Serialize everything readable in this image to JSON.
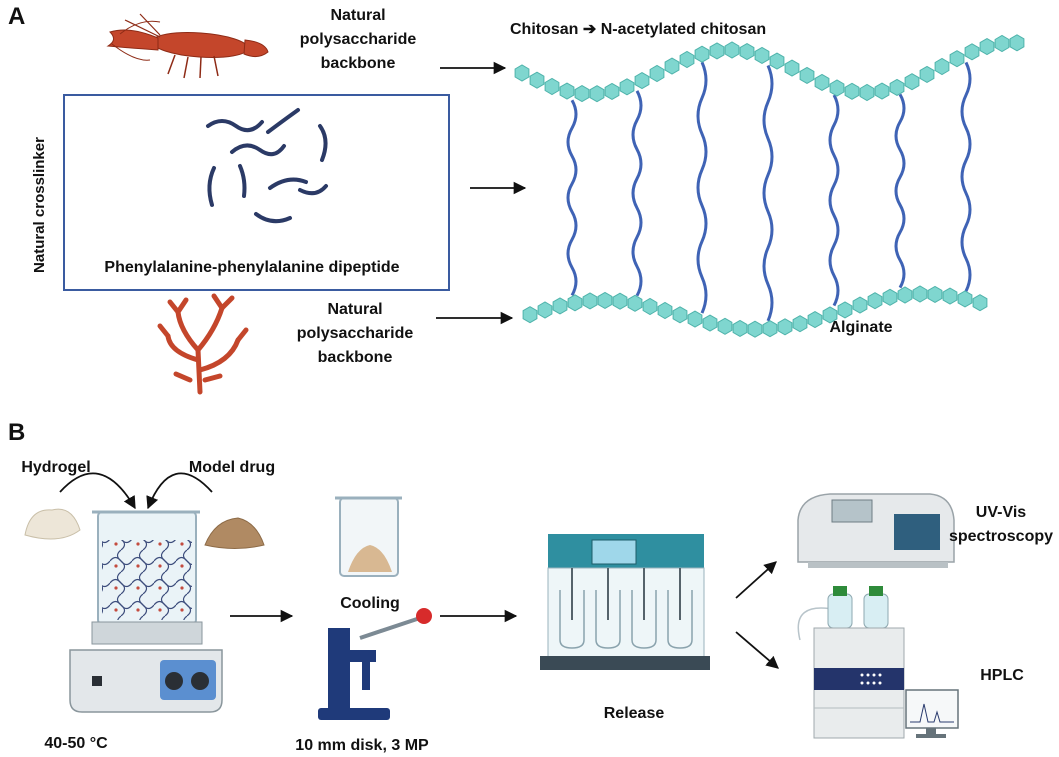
{
  "panel_a": {
    "panel_letter": "A",
    "backbone_top_label": [
      "Natural",
      "polysaccharide",
      "backbone"
    ],
    "chain_top_label": "Chitosan ➔ N-acetylated chitosan",
    "crosslinker_side_label": "Natural crosslinker",
    "dipeptide_label": "Phenylalanine-phenylalanine dipeptide",
    "backbone_bottom_label": [
      "Natural",
      "polysaccharide",
      "backbone"
    ],
    "chain_bottom_label": "Alginate",
    "icons": [
      "crayfish-icon",
      "seaweed-icon",
      "peptide-strand-icon",
      "hexagon-chain-icon"
    ],
    "colors": {
      "chain": "#7fd6cf",
      "chain_stroke": "#4fb3ab",
      "crosslink": "#3f63b5",
      "peptide": "#2b3a66",
      "organism": "#c4462b",
      "frame": "#3a5ba0"
    }
  },
  "panel_b": {
    "panel_letter": "B",
    "hydrogel_label": "Hydrogel",
    "model_drug_label": "Model drug",
    "temperature_label": "40-50 °C",
    "cooling_label": "Cooling",
    "press_label": "10 mm disk, 3 MP",
    "release_label": "Release",
    "uvvis_label": [
      "UV-Vis",
      "spectroscopy"
    ],
    "hplc_label": "HPLC",
    "icons": [
      "beaker-icon",
      "hotplate-stirrer-icon",
      "powder-pile-icon",
      "cooling-beaker-icon",
      "disk-press-icon",
      "dissolution-tester-icon",
      "spectrophotometer-icon",
      "hplc-system-icon",
      "monitor-icon"
    ]
  }
}
